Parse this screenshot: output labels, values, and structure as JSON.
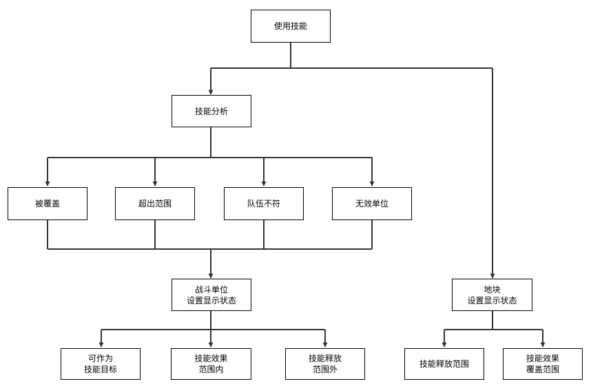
{
  "nodes": {
    "use_skill": {
      "lines": [
        "使用技能"
      ]
    },
    "skill_analysis": {
      "lines": [
        "技能分析"
      ]
    },
    "covered": {
      "lines": [
        "被覆盖"
      ]
    },
    "out_of_range": {
      "lines": [
        "超出范围"
      ]
    },
    "team_mismatch": {
      "lines": [
        "队伍不符"
      ]
    },
    "invalid_unit": {
      "lines": [
        "无效单位"
      ]
    },
    "battle_unit_state": {
      "lines": [
        "战斗单位",
        "设置显示状态"
      ]
    },
    "tile_state": {
      "lines": [
        "地块",
        "设置显示状态"
      ]
    },
    "can_target": {
      "lines": [
        "可作为",
        "技能目标"
      ]
    },
    "in_effect_range": {
      "lines": [
        "技能效果",
        "范围内"
      ]
    },
    "out_release_range": {
      "lines": [
        "技能释放",
        "范围外"
      ]
    },
    "release_range": {
      "lines": [
        "技能释放范围"
      ]
    },
    "effect_cover_range": {
      "lines": [
        "技能效果",
        "覆盖范围"
      ]
    }
  },
  "colors": {
    "line": "#333333",
    "border": "#000000",
    "background": "#ffffff"
  }
}
